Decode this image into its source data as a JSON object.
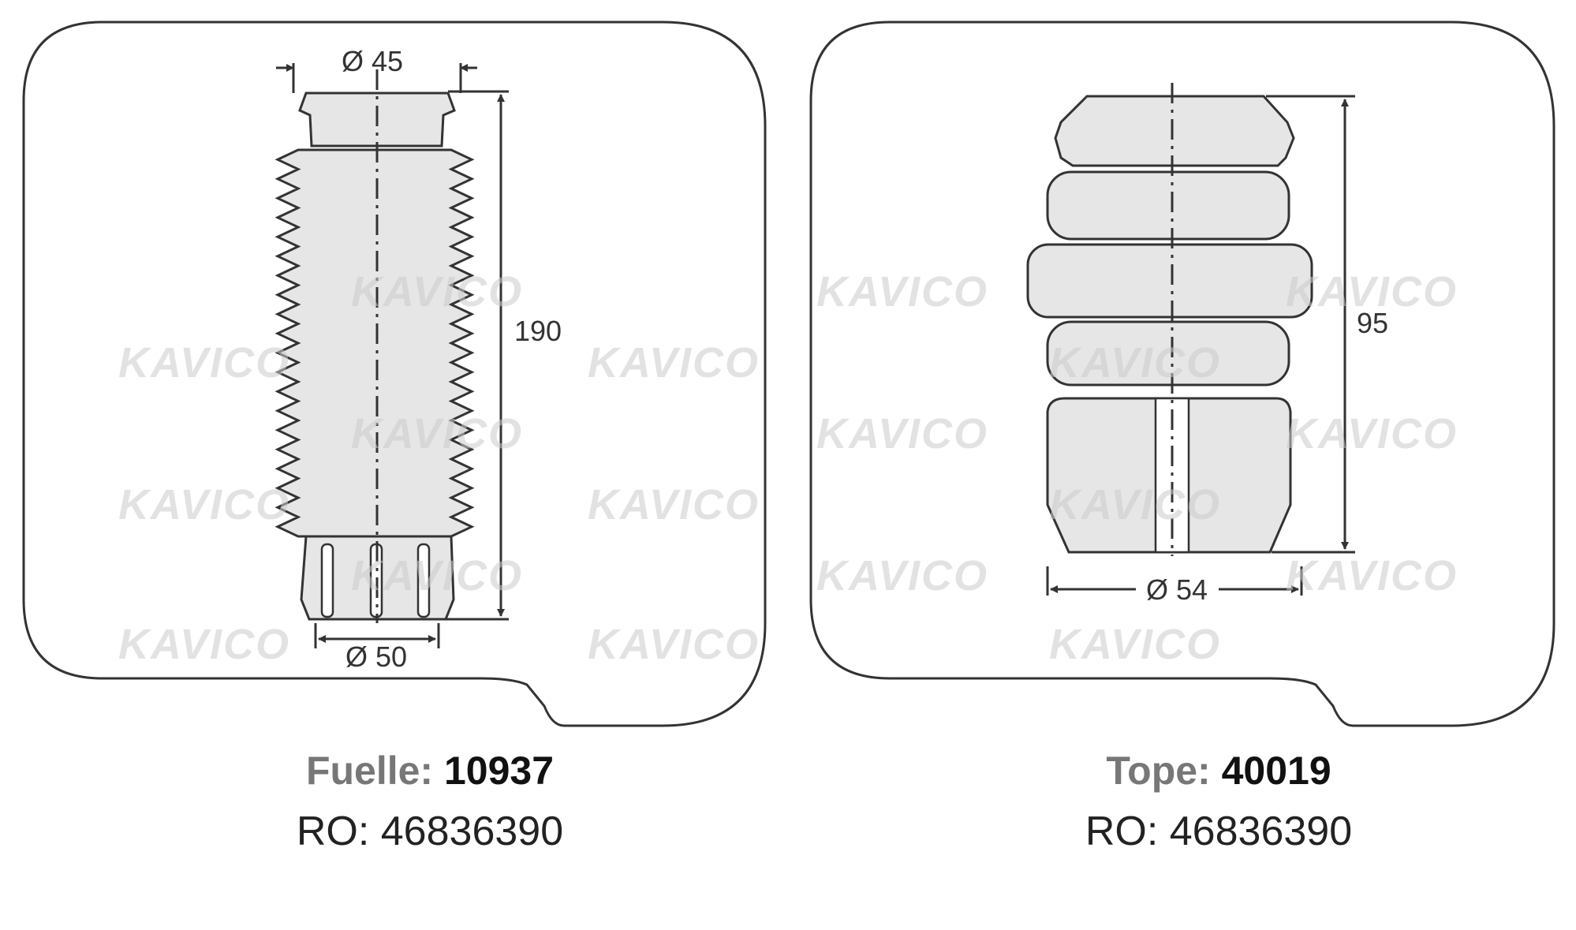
{
  "watermark": "KAVICO",
  "products": [
    {
      "id": "bellows",
      "kind_label": "Fuelle:",
      "part_number": "10937",
      "ro_label": "RO:",
      "ro_number": "46836390",
      "dims": {
        "top_diameter": "Ø 45",
        "bottom_diameter": "Ø 50",
        "height": "190"
      }
    },
    {
      "id": "bump-stop",
      "kind_label": "Tope:",
      "part_number": "40019",
      "ro_label": "RO:",
      "ro_number": "46836390",
      "dims": {
        "diameter": "Ø 54",
        "height": "95"
      }
    }
  ],
  "colors": {
    "outline": "#333333",
    "fill": "#e6e6e6",
    "watermark": "#cccccc"
  }
}
